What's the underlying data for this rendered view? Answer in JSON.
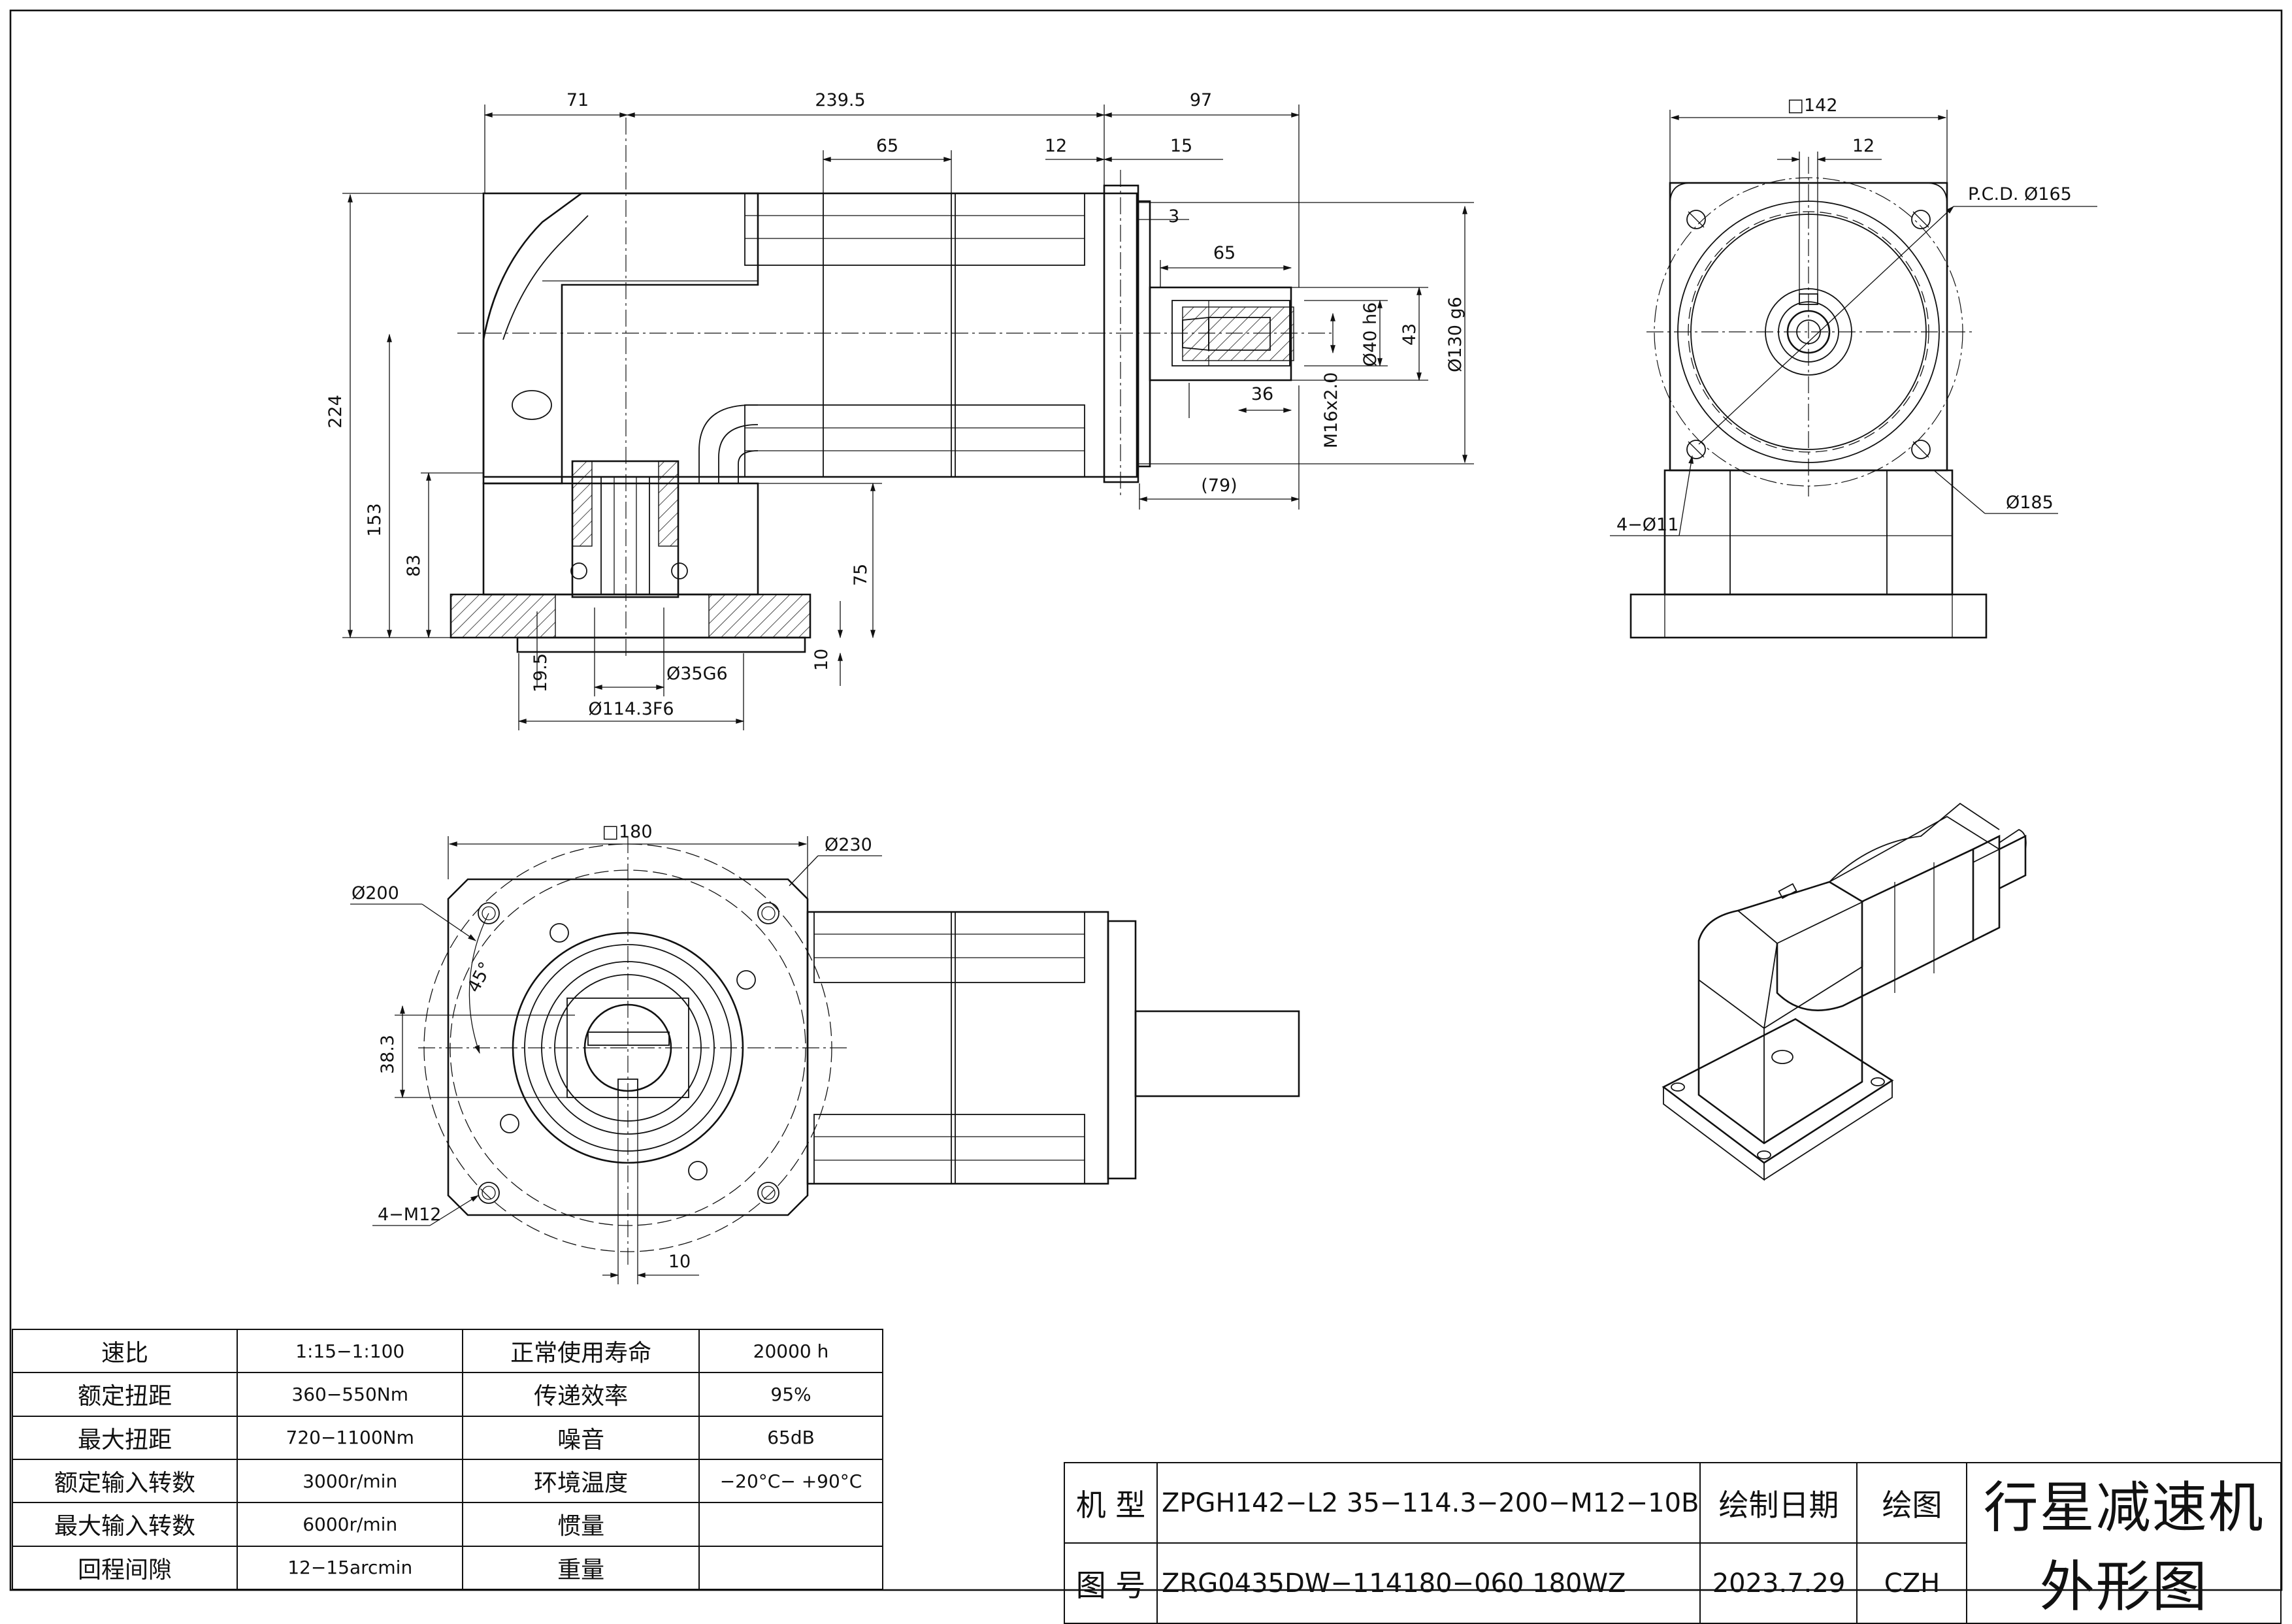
{
  "dimensions": {
    "side_view": {
      "w71": "71",
      "w239_5": "239.5",
      "w97": "97",
      "w65_top": "65",
      "w12_top": "12",
      "w15": "15",
      "w3": "3",
      "w65_shaft": "65",
      "h224": "224",
      "h153": "153",
      "h83": "83",
      "d40": "Ø40 h6",
      "h43": "43",
      "d130": "Ø130 g6",
      "w36": "36",
      "m16": "M16x2.0",
      "w79": "(79)",
      "h75": "75",
      "h10": "10",
      "w19_5": "19.5",
      "d35": "Ø35G6",
      "d114": "Ø114.3F6"
    },
    "end_view": {
      "sq142": "□142",
      "w12": "12",
      "pcd165": "P.C.D. Ø165",
      "d185": "Ø185",
      "holes": "4−Ø11"
    },
    "flange_view": {
      "sq180": "□180",
      "d230": "Ø230",
      "d200": "Ø200",
      "a45": "45°",
      "h38_3": "38.3",
      "m12": "4−M12",
      "w10": "10"
    }
  },
  "spec_table": [
    [
      "速比",
      "1:15−1:100",
      "正常使用寿命",
      "20000 h"
    ],
    [
      "额定扭距",
      "360−550Nm",
      "传递效率",
      "95%"
    ],
    [
      "最大扭距",
      "720−1100Nm",
      "噪音",
      "65dB"
    ],
    [
      "额定输入转数",
      "3000r/min",
      "环境温度",
      "−20°C− +90°C"
    ],
    [
      "最大输入转数",
      "6000r/min",
      "惯量",
      ""
    ],
    [
      "回程间隙",
      "12−15arcmin",
      "重量",
      ""
    ]
  ],
  "title_block": {
    "model_label": "机  型",
    "model": "ZPGH142−L2 35−114.3−200−M12−10B",
    "date_label": "绘制日期",
    "drawn_label": "绘图",
    "drawing_no_label": "图  号",
    "drawing_no": "ZRG0435DW−114180−060 180WZ",
    "date": "2023.7.29",
    "drawn_by": "CZH",
    "title": "行星减速机外形图"
  }
}
